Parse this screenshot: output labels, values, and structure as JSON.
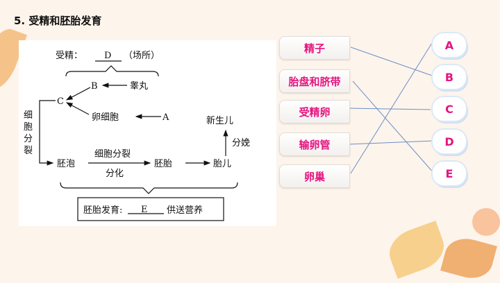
{
  "title": "5. 受精和胚胎发育",
  "diagram": {
    "fert_label": "受精：",
    "fert_blank": "D",
    "fert_place": "（场所）",
    "B": "B",
    "testis": "睾丸",
    "C": "C",
    "egg": "卵细胞",
    "A": "A",
    "cell_division_vertical": [
      "细",
      "胞",
      "分",
      "裂"
    ],
    "blastocyst": "胚泡",
    "div_label": "细胞分裂",
    "diff_label": "分化",
    "embryo": "胚胎",
    "fetus": "胎儿",
    "birth_label": "分娩",
    "newborn": "新生儿",
    "dev_label": "胚胎发育:",
    "dev_blank": "E",
    "dev_supply": "供送营养"
  },
  "matching": {
    "left": [
      "精子",
      "胎盘和脐带",
      "受精卵",
      "输卵管",
      "卵巢"
    ],
    "right": [
      "A",
      "B",
      "C",
      "D",
      "E"
    ],
    "pairs": [
      [
        "精子",
        "B"
      ],
      [
        "胎盘和脐带",
        "E"
      ],
      [
        "受精卵",
        "C"
      ],
      [
        "输卵管",
        "D"
      ],
      [
        "卵巢",
        "A"
      ]
    ],
    "line_color": "#6b8fc4",
    "label_color": "#e5157f"
  }
}
